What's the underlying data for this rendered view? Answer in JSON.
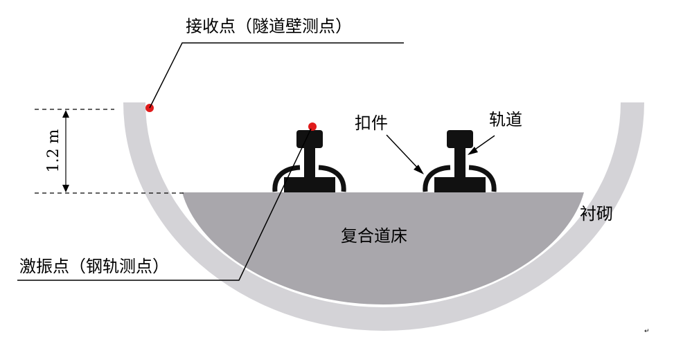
{
  "labels": {
    "receiver": "接收点（隧道壁测点）",
    "exciter": "激振点（钢轨测点）",
    "fastener": "扣件",
    "rail": "轨道",
    "lining": "衬砌",
    "track_bed": "复合道床",
    "height": "1.2 m"
  },
  "colors": {
    "lining": "#d4d3d7",
    "track_bed": "#a9a7ac",
    "rail": "#111111",
    "measure_point": "#e01b1b",
    "line": "#000000"
  }
}
